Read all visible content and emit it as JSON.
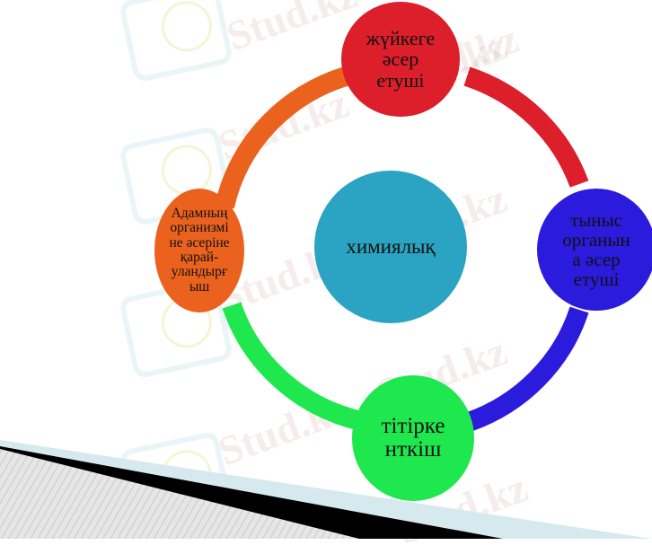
{
  "diagram": {
    "type": "cycle",
    "center": {
      "label": "химиялық",
      "color": "#2ba3c2"
    },
    "nodes": [
      {
        "id": "top",
        "label": "жүйкеге\nәсер\nетуші",
        "color": "#dc1f2a"
      },
      {
        "id": "right",
        "label": "тыныс\nорганын\nа әсер\nетуші",
        "color": "#2b1bdc"
      },
      {
        "id": "bottom",
        "label": "тітірке\nнткіш",
        "color": "#1ee84e"
      },
      {
        "id": "left",
        "label": "Адамның\nорганизмі\nне әсеріне\nқарай-\nуландырғ\nыш",
        "color": "#ea621e"
      }
    ],
    "arcs": [
      {
        "from": "left",
        "to": "top",
        "color": "#ea621e"
      },
      {
        "from": "top",
        "to": "right",
        "color": "#dc1f2a"
      },
      {
        "from": "right",
        "to": "bottom",
        "color": "#2b1bdc"
      },
      {
        "from": "bottom",
        "to": "left",
        "color": "#1ee84e"
      }
    ]
  },
  "watermark": {
    "text": "Stud.kz",
    "dash_text": "Stud.kz - Stud.kz"
  },
  "colors": {
    "background": "#ffffff",
    "band_black": "#000000",
    "band_light": "#d6e9ef",
    "hatch_bg": "#e6e6e6",
    "hatch_line": "#b8b8b8"
  }
}
